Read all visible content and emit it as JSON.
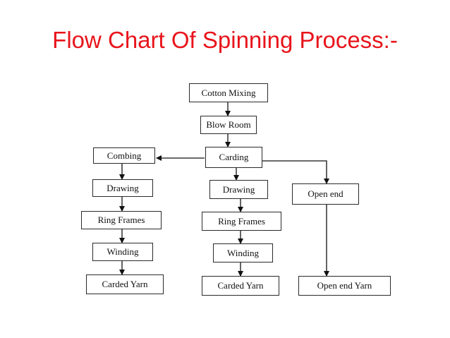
{
  "title": "Flow Chart Of Spinning Process:-",
  "nodes": {
    "cotton_mixing": "Cotton Mixing",
    "blow_room": "Blow Room",
    "carding": "Carding",
    "left": {
      "combing": "Combing",
      "drawing": "Drawing",
      "ring_frames": "Ring Frames",
      "winding": "Winding",
      "carded_yarn": "Carded Yarn"
    },
    "middle": {
      "drawing": "Drawing",
      "ring_frames": "Ring Frames",
      "winding": "Winding",
      "carded_yarn": "Carded Yarn"
    },
    "right": {
      "open_end": "Open end",
      "open_end_yarn": "Open end Yarn"
    }
  }
}
